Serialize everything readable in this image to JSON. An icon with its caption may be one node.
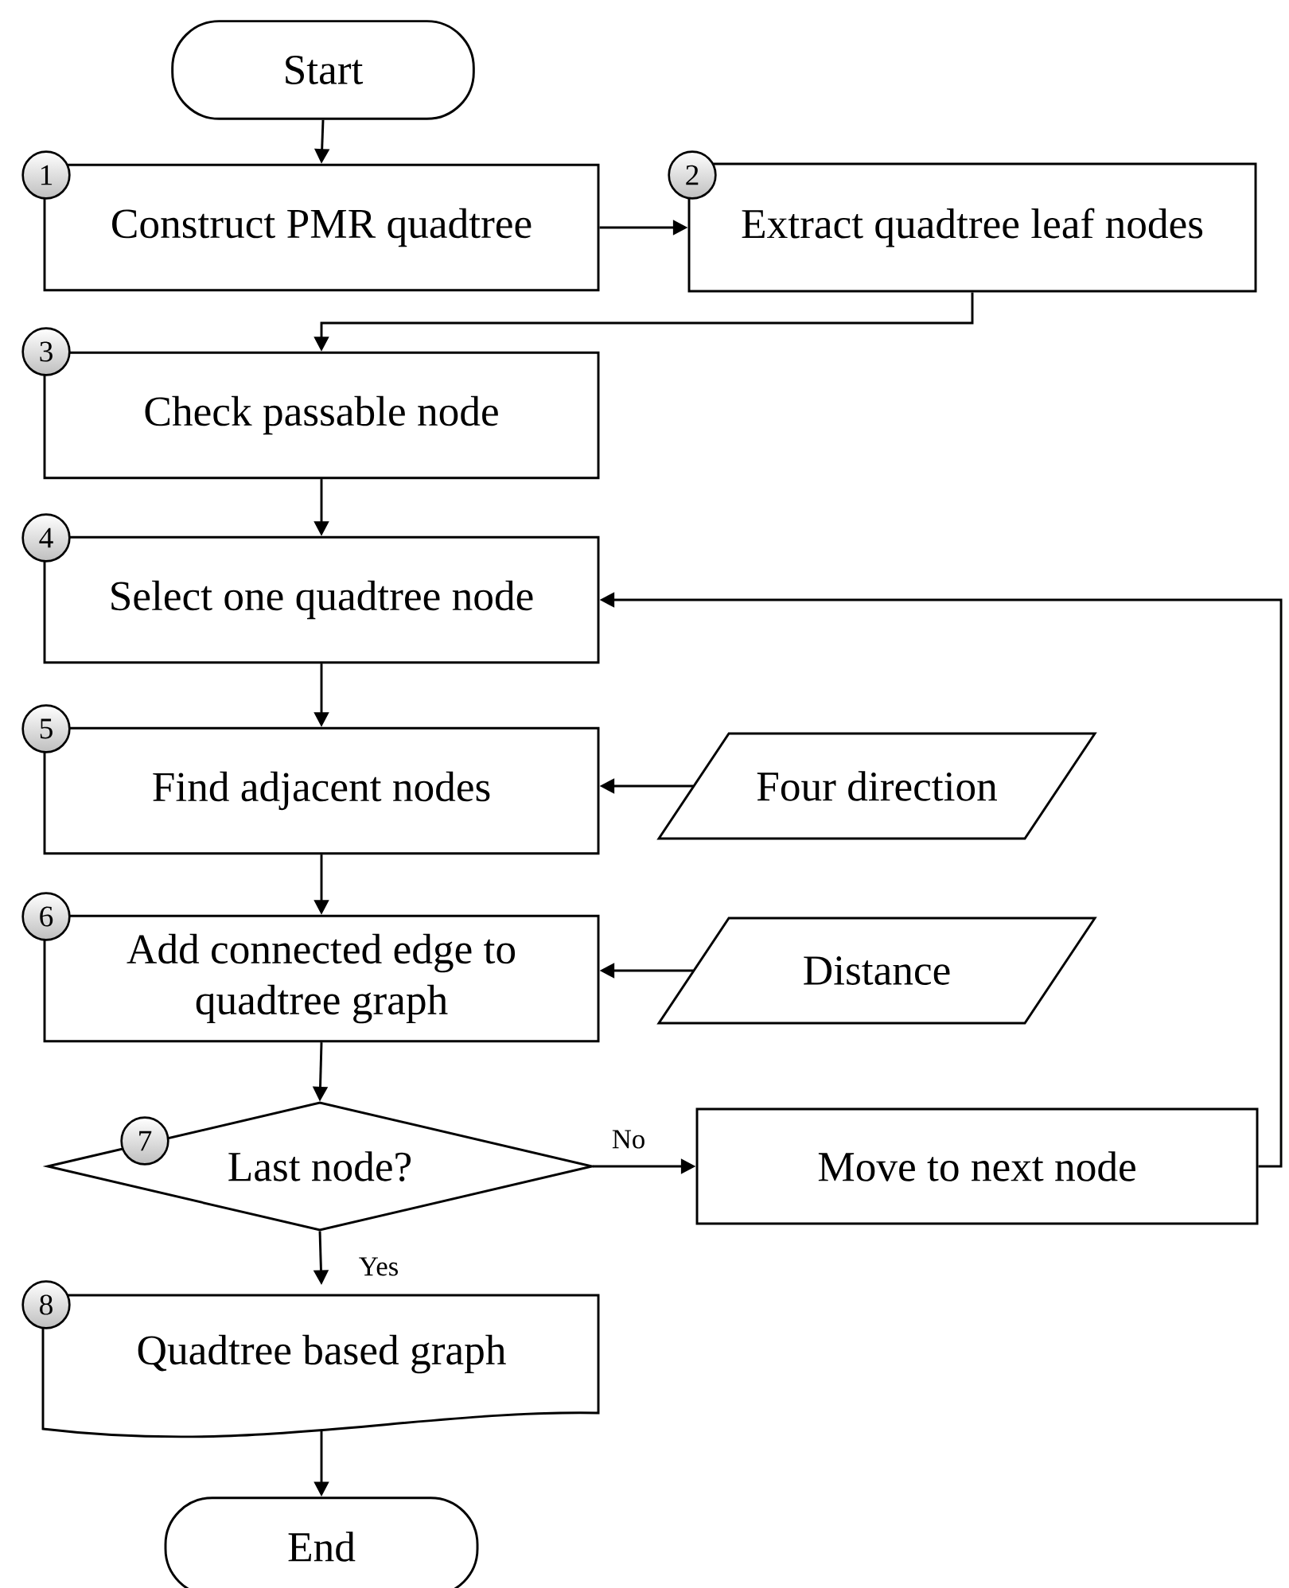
{
  "diagram": {
    "nodes": [
      {
        "text": [
          "Start"
        ]
      },
      {
        "text": [
          "Construct PMR quadtree"
        ]
      },
      {
        "text": [
          "Extract quadtree leaf nodes"
        ]
      },
      {
        "text": [
          "Check passable node"
        ]
      },
      {
        "text": [
          "Select one quadtree node"
        ]
      },
      {
        "text": [
          "Find adjacent nodes"
        ]
      },
      {
        "text": [
          "Four direction"
        ]
      },
      {
        "text": [
          "Add connected edge to quadtree graph"
        ]
      },
      {
        "text": [
          "Distance"
        ]
      },
      {
        "text": [
          "Last node?"
        ]
      },
      {
        "text": [
          "Move to next node"
        ]
      },
      {
        "text": [
          "Quadtree based graph"
        ]
      },
      {
        "text": [
          "End"
        ]
      }
    ],
    "edges": [
      {
        "from": 0,
        "to": 1,
        "arrow": "to"
      },
      {
        "from": 1,
        "to": 2,
        "arrow": "to"
      },
      {
        "from": 2,
        "to": 3,
        "arrow": "to"
      },
      {
        "from": 3,
        "to": 4,
        "arrow": "to"
      },
      {
        "from": 4,
        "to": 5,
        "arrow": "to"
      },
      {
        "from": 6,
        "to": 5,
        "arrow": "to"
      },
      {
        "from": 5,
        "to": 7,
        "arrow": "to"
      },
      {
        "from": 8,
        "to": 7,
        "arrow": "to"
      },
      {
        "from": 7,
        "to": 9,
        "arrow": "to"
      },
      {
        "from": 9,
        "to": 10,
        "arrow": "to",
        "label": "No"
      },
      {
        "from": 10,
        "to": 4,
        "arrow": "to"
      },
      {
        "from": 9,
        "to": 11,
        "arrow": "to",
        "label": "Yes"
      },
      {
        "from": 11,
        "to": 12,
        "arrow": "to"
      }
    ],
    "labels": [
      "1",
      "2",
      "3",
      "4",
      "5",
      "6",
      "7",
      "8"
    ]
  }
}
